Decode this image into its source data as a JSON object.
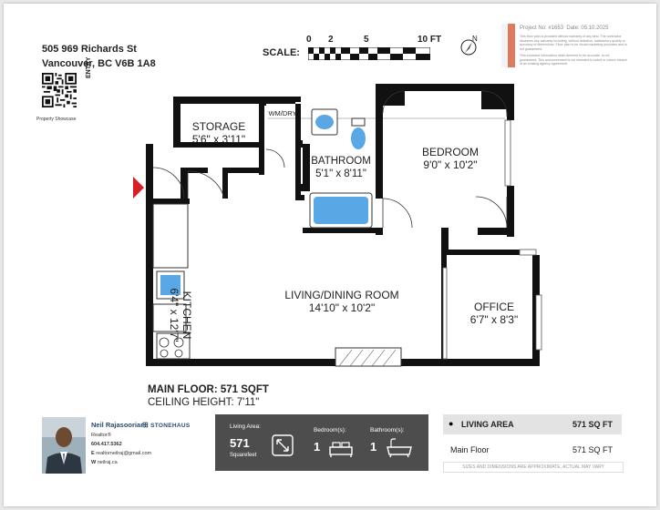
{
  "header": {
    "address_line1": "505 969 Richards St",
    "address_line2": "Vancouver, BC V6B 1A8",
    "qr_caption": "Property Showcase"
  },
  "scale": {
    "label": "SCALE:",
    "ticks": [
      "0",
      "2",
      "5",
      "10 FT"
    ]
  },
  "disclaimer": {
    "project": "Project No: #1653",
    "date": "Date: 05.10.2025",
    "text1": "This floor plan is provided without warranty of any kind. The contractor disclaims any warranty including, without limitation, satisfactory quality or accuracy of dimensions. Floor plan is for visual marketing purposes and is not guaranteed.",
    "text2": "This enclosed information while deemed to be accurate, is not guaranteed. This announcement is not intended to solicit or induce breach of an existing agency agreement."
  },
  "rooms": {
    "entry": "ENTRY",
    "storage": {
      "name": "STORAGE",
      "size": "5'6\" x 3'11\""
    },
    "wm_dry": "WM/DRY",
    "bathroom": {
      "name": "BATHROOM",
      "size": "5'1\" x 8'11\""
    },
    "bedroom": {
      "name": "BEDROOM",
      "size": "9'0\" x 10'2\""
    },
    "living": {
      "name": "LIVING/DINING ROOM",
      "size": "14'10\" x 10'2\""
    },
    "office": {
      "name": "OFFICE",
      "size": "6'7\" x 8'3\""
    },
    "kitchen": {
      "name": "KITCHEN",
      "size": "6'4\" x 12'7\""
    }
  },
  "summary": {
    "main_floor": "MAIN FLOOR: 571 SQFT",
    "ceiling": "CEILING HEIGHT: 7'11\""
  },
  "agent": {
    "name": "Neil Rajasooriar",
    "brokerage": "STONEHAUS",
    "title": "Realtor®",
    "phone": "604.417.5362",
    "email": "realtorneilraj@gmail.com",
    "website": "neilraj.ca"
  },
  "stats": {
    "living_area_label": "Living Area:",
    "living_area_value": "571",
    "living_area_unit": "Squarefeet",
    "bedrooms_label": "Bedroom(s):",
    "bedrooms_value": "1",
    "bathrooms_label": "Bathroom(s):",
    "bathrooms_value": "1"
  },
  "area_table": {
    "header_label": "LIVING AREA",
    "header_value": "571 SQ FT",
    "row_label": "Main Floor",
    "row_value": "571 SQ FT",
    "note": "SIZES AND DIMENSIONS ARE APPROXIMATE, ACTUAL MAY VARY"
  }
}
